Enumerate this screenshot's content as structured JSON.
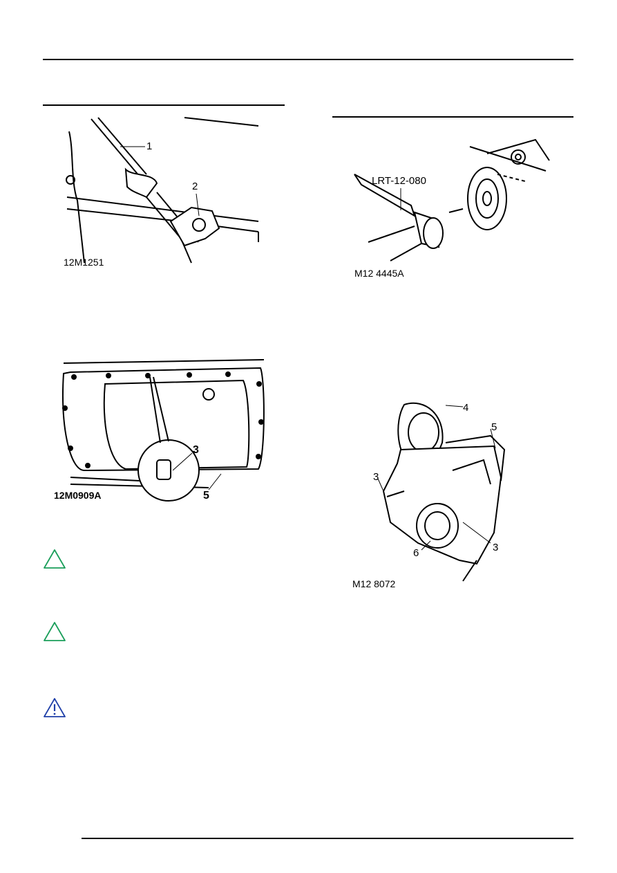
{
  "figures": {
    "fig1": {
      "caption": "12M1251",
      "callouts": [
        "1",
        "2"
      ]
    },
    "fig2": {
      "caption": "12M0909A",
      "callouts": [
        "3",
        "5"
      ]
    },
    "fig3": {
      "caption": "M12 4445A",
      "tool_label": "LRT-12-080"
    },
    "fig4": {
      "caption": "M12 8072",
      "callouts": [
        "4",
        "5",
        "3",
        "6",
        "3"
      ]
    }
  },
  "notes": [
    {
      "icon": "caution-icon",
      "color": "#1a9e5a"
    },
    {
      "icon": "caution-icon",
      "color": "#1a9e5a"
    },
    {
      "icon": "warning-icon",
      "color": "#1f3fa8"
    }
  ]
}
